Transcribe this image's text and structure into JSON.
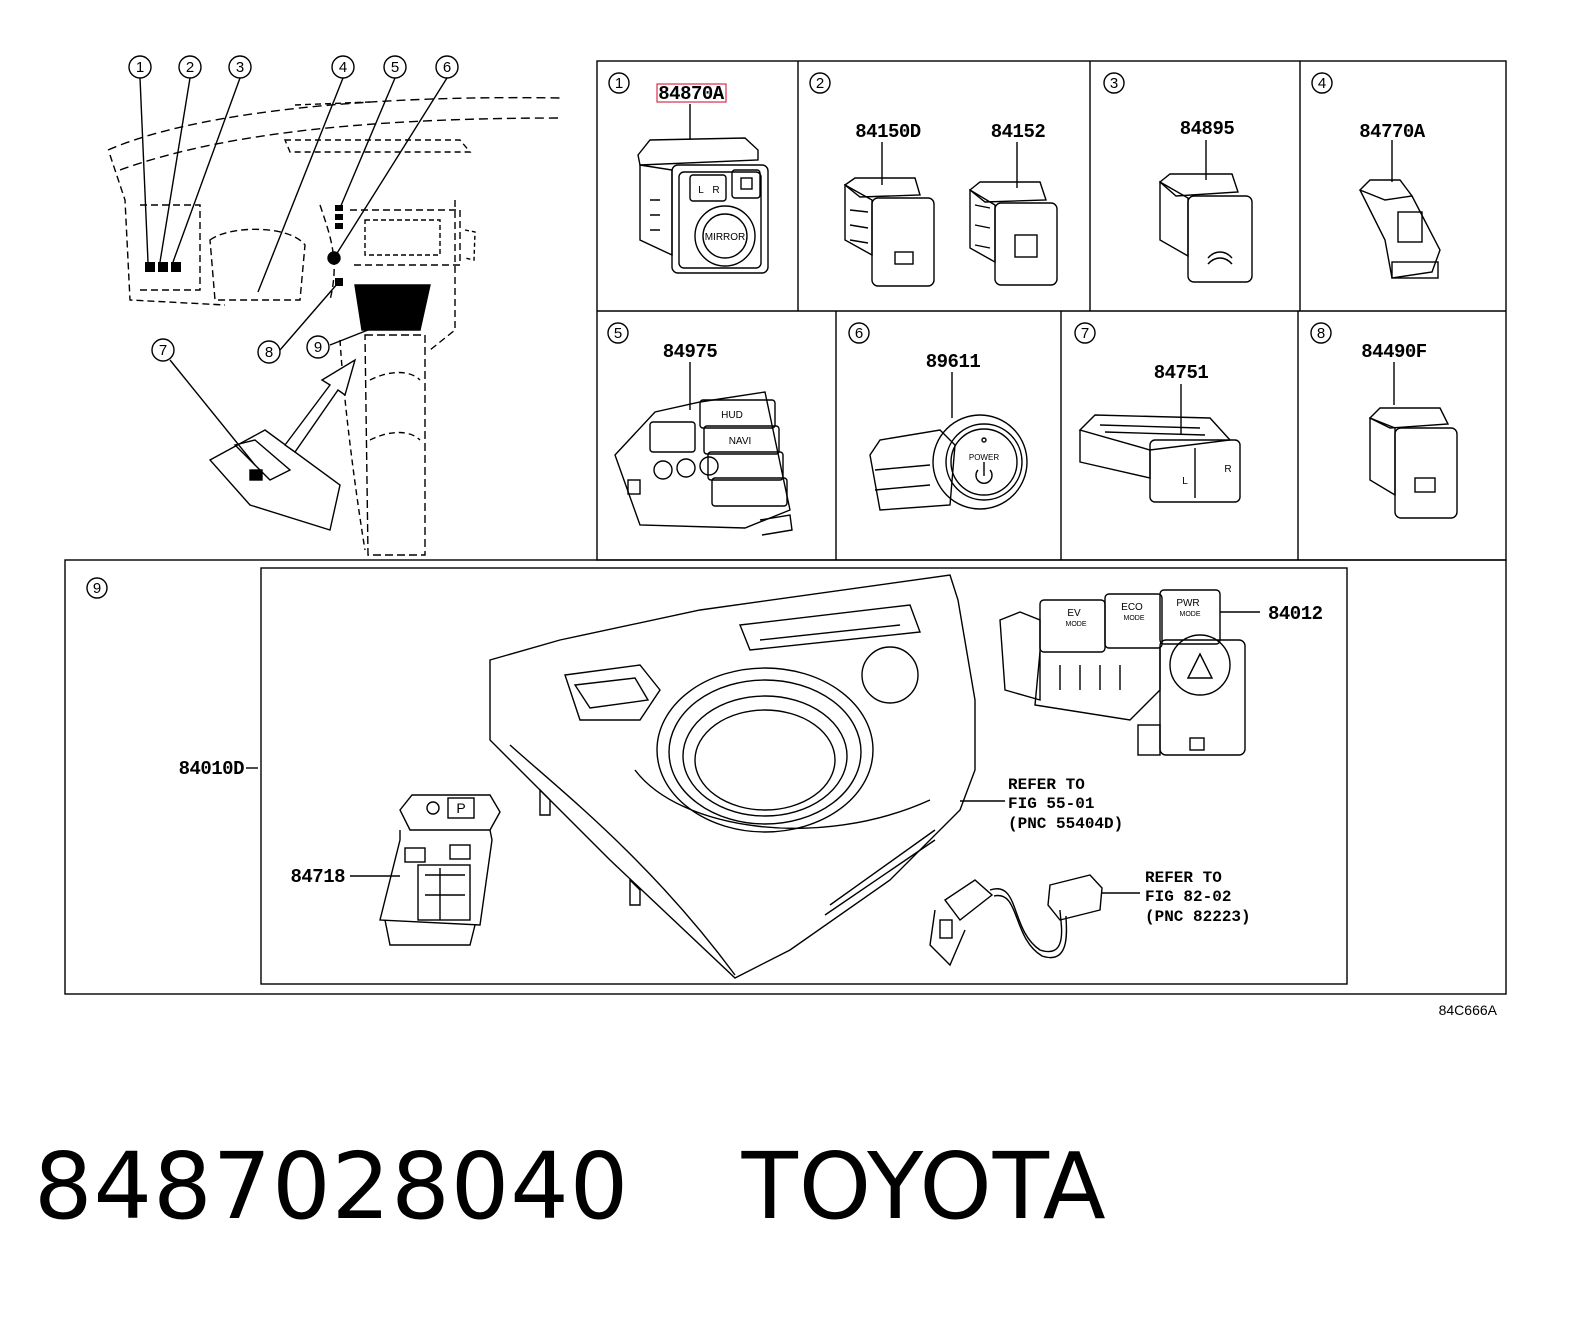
{
  "callouts": {
    "overview": [
      "1",
      "2",
      "3",
      "4",
      "5",
      "6",
      "7",
      "8",
      "9"
    ],
    "p1": "1",
    "p2": "2",
    "p3": "3",
    "p4": "4",
    "p5": "5",
    "p6": "6",
    "p7": "7",
    "p8": "8",
    "p9": "9"
  },
  "parts": {
    "p1_main": "84870A",
    "p2_a": "84150D",
    "p2_b": "84152",
    "p3": "84895",
    "p4": "84770A",
    "p5": "84975",
    "p6": "89611",
    "p7": "84751",
    "p8": "84490F",
    "p9_panel": "84010D",
    "p9_switch": "84012",
    "p9_park": "84718"
  },
  "switch_labels": {
    "mirror": "MIRROR",
    "mirror_l": "L",
    "mirror_r": "R",
    "hud": "HUD",
    "navi": "NAVI",
    "power": "POWER",
    "seat_l": "L",
    "seat_r": "R",
    "ev": "EV",
    "ev_sub": "MODE",
    "eco": "ECO",
    "eco_sub": "MODE",
    "pwr": "PWR",
    "pwr_sub": "MODE",
    "park": "P"
  },
  "references": {
    "ref1": [
      "REFER TO",
      "FIG 55-01",
      "(PNC 55404D)"
    ],
    "ref2": [
      "REFER TO",
      "FIG 82-02",
      "(PNC 82223)"
    ]
  },
  "diagram_code": "84C666A",
  "footer": {
    "part_number": "8487028040",
    "brand": "TOYOTA"
  },
  "colors": {
    "highlight": "#d9304a"
  }
}
